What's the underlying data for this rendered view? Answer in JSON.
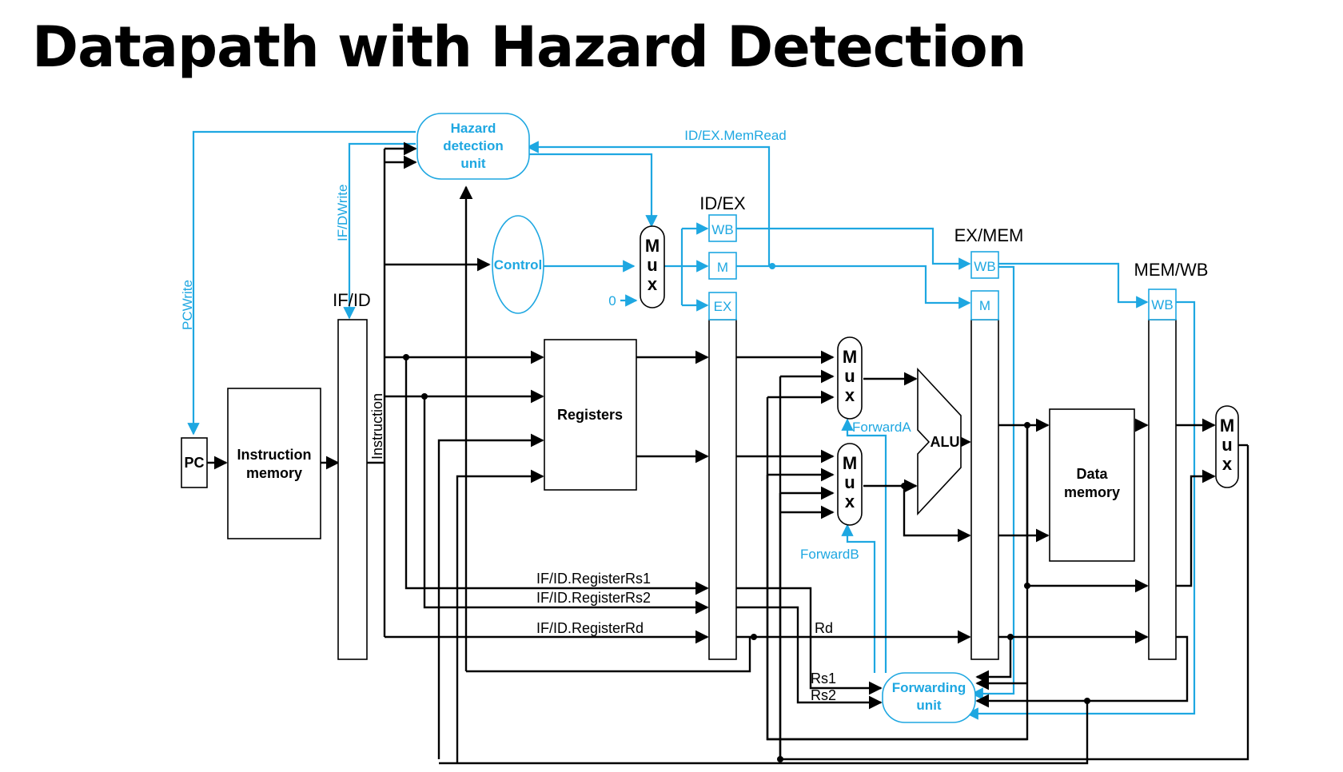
{
  "title": "Datapath with Hazard Detection",
  "colors": {
    "control_blue": "#1ea7e1",
    "datapath_black": "#000000"
  },
  "units": {
    "pc": "PC",
    "instruction_memory": [
      "Instruction",
      "memory"
    ],
    "registers": "Registers",
    "data_memory": [
      "Data",
      "memory"
    ],
    "alu": "ALU",
    "control": "Control",
    "hazard_detection": [
      "Hazard",
      "detection",
      "unit"
    ],
    "forwarding_unit": [
      "Forwarding",
      "unit"
    ],
    "mux": [
      "M",
      "u",
      "x"
    ]
  },
  "pipeline_registers": {
    "if_id": "IF/ID",
    "id_ex": "ID/EX",
    "ex_mem": "EX/MEM",
    "mem_wb": "MEM/WB"
  },
  "pipeline_fields": {
    "wb": "WB",
    "m": "M",
    "ex": "EX"
  },
  "signals": {
    "id_ex_memread": "ID/EX.MemRead",
    "if_dwrite": "IF/DWrite",
    "pcwrite": "PCWrite",
    "instruction": "Instruction",
    "forward_a": "ForwardA",
    "forward_b": "ForwardB",
    "zero": "0",
    "if_id_rs1": "IF/ID.RegisterRs1",
    "if_id_rs2": "IF/ID.RegisterRs2",
    "if_id_rd": "IF/ID.RegisterRd",
    "rd": "Rd",
    "rs1": "Rs1",
    "rs2": "Rs2"
  }
}
